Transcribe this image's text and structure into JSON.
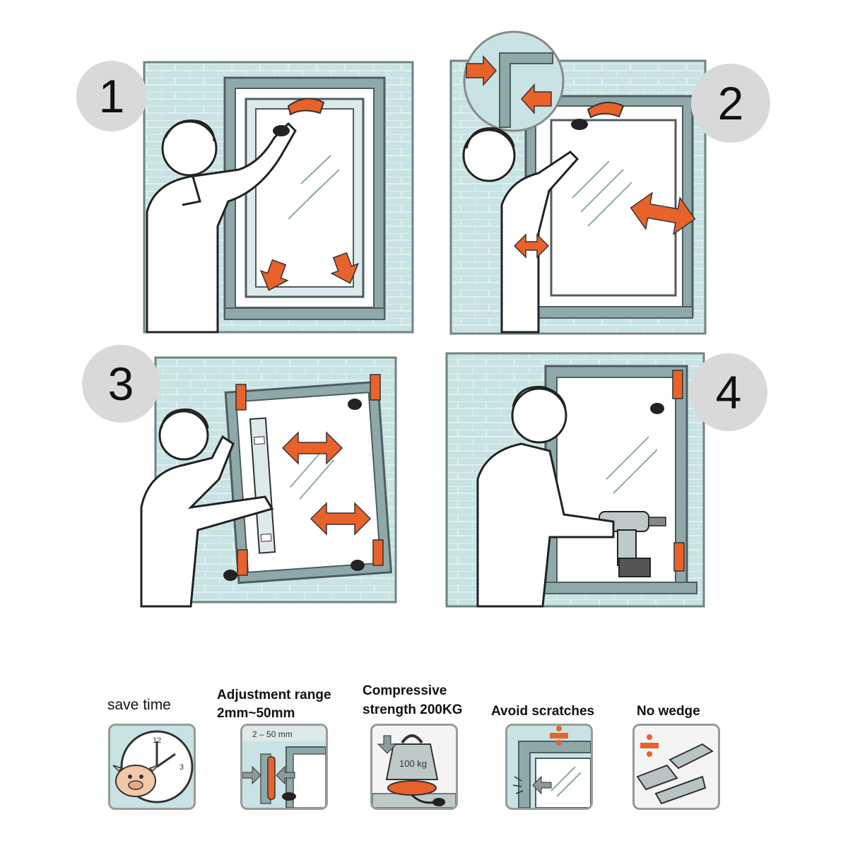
{
  "steps": [
    {
      "number": "1"
    },
    {
      "number": "2"
    },
    {
      "number": "3"
    },
    {
      "number": "4"
    }
  ],
  "features": [
    {
      "label_lines": [
        "save time"
      ],
      "icon": "clock-piggy-bank-icon"
    },
    {
      "label_lines": [
        "Adjustment range",
        "2mm~50mm"
      ],
      "icon_text": "2 – 50 mm",
      "icon": "adjustment-range-icon"
    },
    {
      "label_lines": [
        "Compressive",
        "strength 200KG"
      ],
      "icon_text": "100 kg",
      "icon": "weight-icon"
    },
    {
      "label_lines": [
        "Avoid scratches"
      ],
      "icon": "no-scratch-icon"
    },
    {
      "label_lines": [
        "No wedge"
      ],
      "icon": "no-wedge-icon"
    }
  ],
  "colors": {
    "wall": "#c9e3e4",
    "frame": "#8fa9aa",
    "accent": "#e8622a",
    "badge": "#d9d9d9"
  }
}
